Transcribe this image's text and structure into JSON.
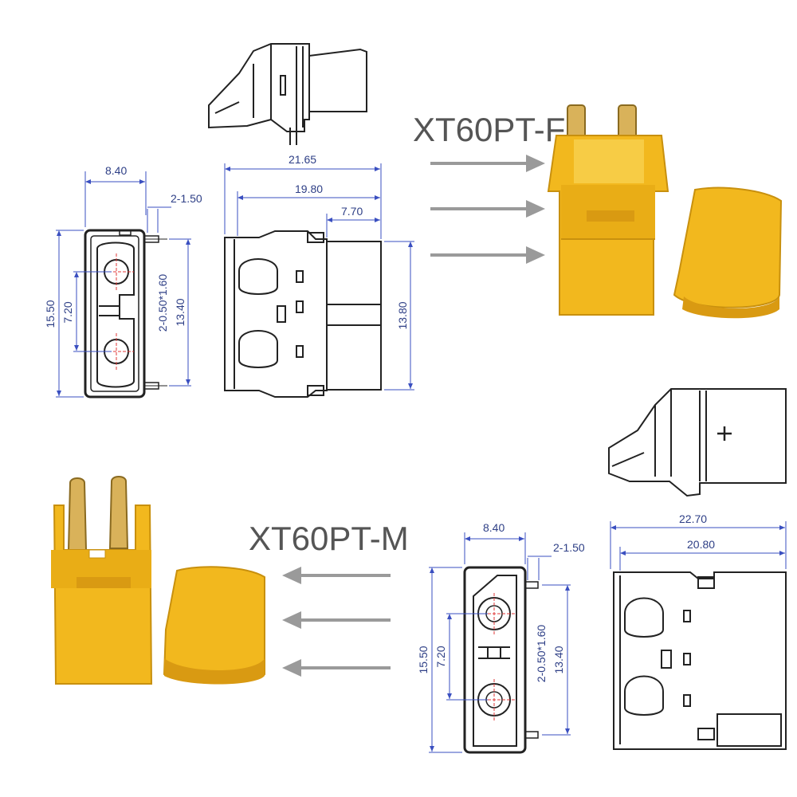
{
  "models": {
    "female": "XT60PT-F",
    "male": "XT60PT-M"
  },
  "female_drawing": {
    "width_840": "8.40",
    "pitch_150": "2-1.50",
    "length_2165": "21.65",
    "length_1980": "19.80",
    "length_770": "7.70",
    "height_1550": "15.50",
    "spacing_720": "7.20",
    "pin_spec": "2-0.50*1.60",
    "height_1340": "13.40",
    "height_1380": "13.80"
  },
  "male_drawing": {
    "width_840": "8.40",
    "pitch_150": "2-1.50",
    "length_2270": "22.70",
    "length_2080": "20.80",
    "height_1550": "15.50",
    "spacing_720": "7.20",
    "pin_spec": "2-0.50*1.60",
    "height_1340": "13.40"
  },
  "colors": {
    "line": "#222222",
    "dimension": "#3a4fc0",
    "center": "#e23a3a",
    "connector": "#f2b81e",
    "connector_dark": "#d99a12",
    "pin": "#d9b25a",
    "arrow": "#9a9a9a"
  }
}
